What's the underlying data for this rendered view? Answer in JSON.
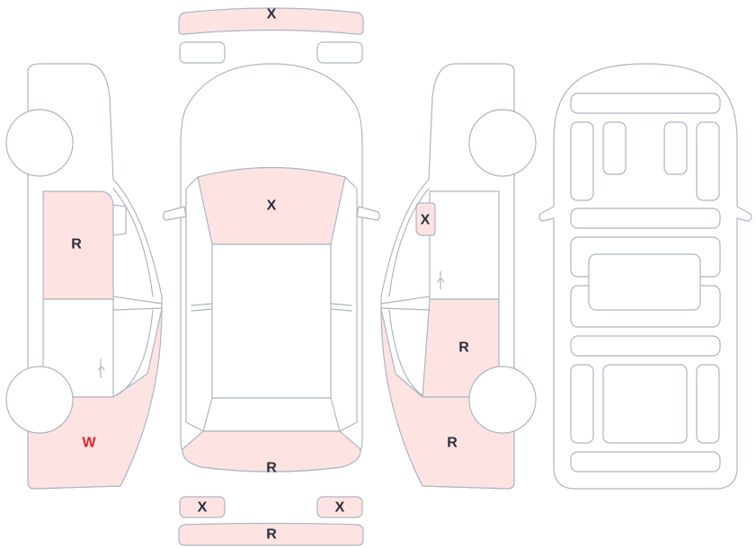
{
  "colors": {
    "outline": "#aeb5c2",
    "damage_fill": "#fde3e1",
    "label": "#2b2f38",
    "label_alert": "#e0222a"
  },
  "panels": {
    "front_bumper": "X",
    "left_front_door": "R",
    "left_rear_quarter": "W",
    "windshield": "X",
    "trunk": "R",
    "right_mirror": "X",
    "right_rear_door": "R",
    "right_rear_quarter": "R",
    "rear_left_light": "X",
    "rear_right_light": "X",
    "rear_bumper": "R"
  }
}
